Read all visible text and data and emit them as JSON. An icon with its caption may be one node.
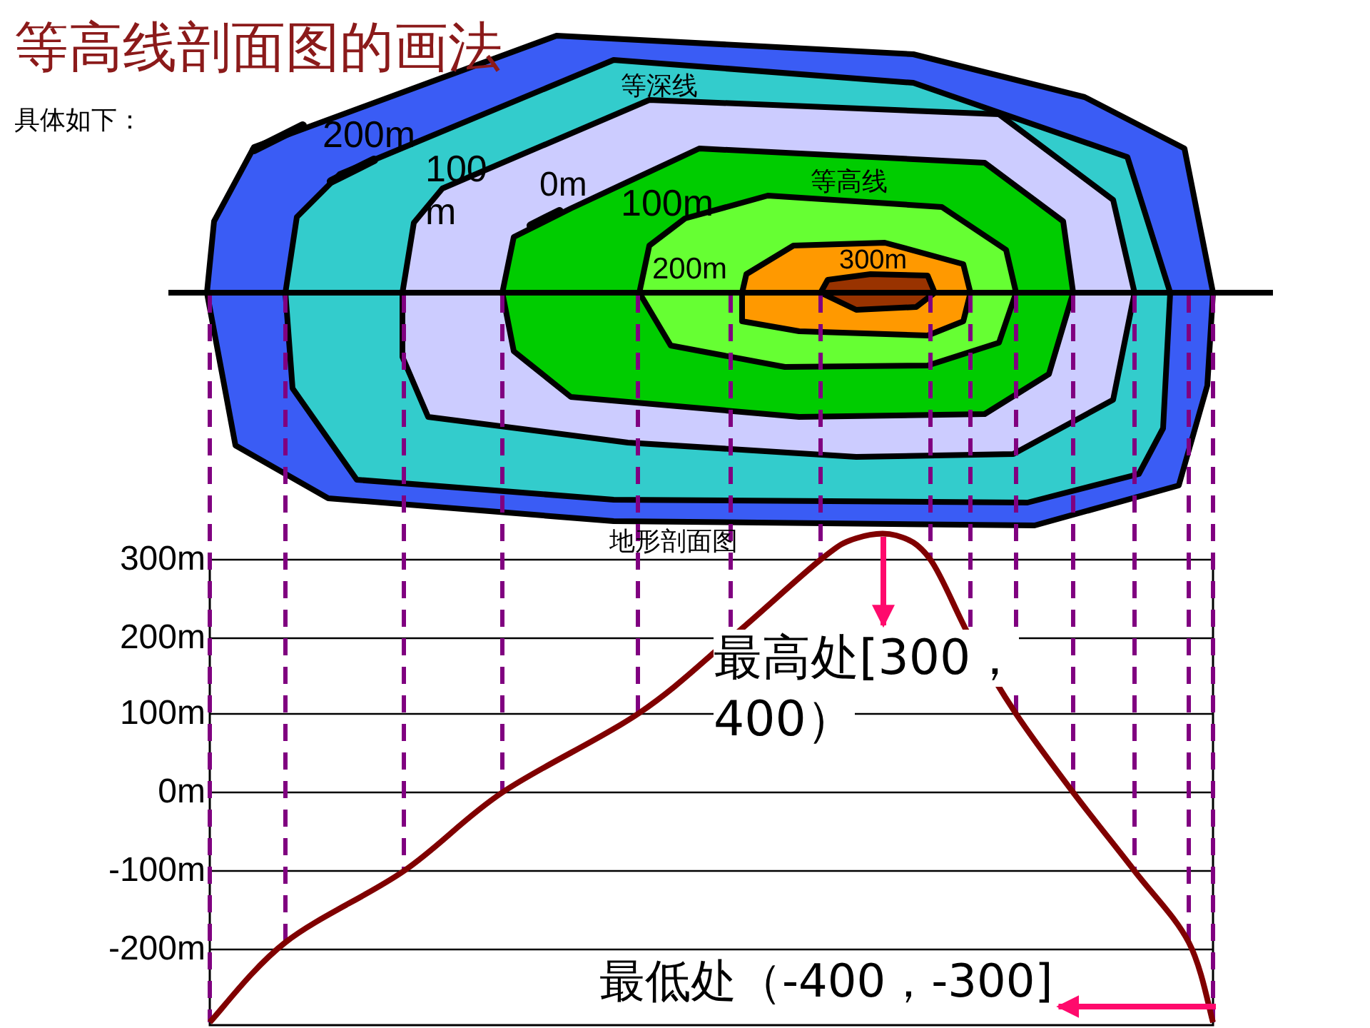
{
  "diagram": {
    "title": "等高线剖面图的画法",
    "nodes": [
      {
        "text": [
          "最高处[300，400）"
        ]
      },
      {
        "text": [
          "最低处（-400，-300]"
        ]
      }
    ],
    "edges": [
      {
        "from": null,
        "to": 0,
        "arrow": "to"
      },
      {
        "from": null,
        "to": 1,
        "arrow": "to"
      }
    ],
    "labels": [
      "具体如下：",
      "等深线",
      "200m",
      "100 m",
      "0m",
      "100m",
      "等高线",
      "200m",
      "300m",
      "地形剖面图",
      "300m",
      "200m",
      "100m",
      "0m",
      "-100m",
      "-200m"
    ]
  }
}
